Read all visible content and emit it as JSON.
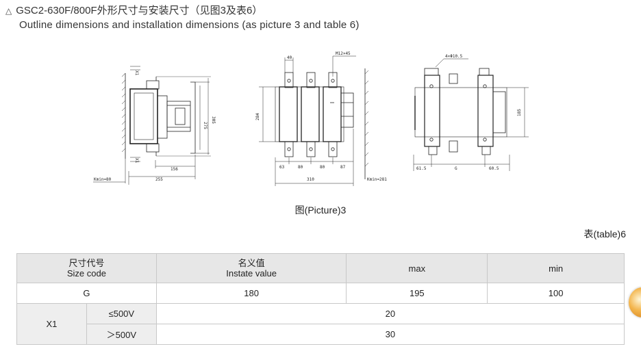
{
  "heading": {
    "marker": "△",
    "line1": "GSC2-630F/800F外形尺寸与安装尺寸（见图3及表6）",
    "line2": "Outline dimensions and installation dimensions (as picture 3 and table 6)"
  },
  "drawing": {
    "side_view": {
      "dim_156": "156",
      "dim_255": "255",
      "dim_275": "275",
      "dim_305": "305",
      "kmin": "Kmin=80",
      "x1_top": "X1",
      "x1_bottom": "X1"
    },
    "front_view": {
      "dim_40": "40",
      "bolt": "M12×45",
      "dim_284": "284",
      "dim_63": "63",
      "dim_80a": "80",
      "dim_80b": "80",
      "dim_87": "87",
      "dim_310": "310",
      "kmin": "Kmin=281"
    },
    "mount_view": {
      "holes": "4×Φ10.5",
      "dim_185": "185",
      "dim_61_5": "61.5",
      "dim_g": "G",
      "dim_60_5": "60.5"
    },
    "caption": "图(Picture)3"
  },
  "table_caption": "表(table)6",
  "table": {
    "header": {
      "size_code_cn": "尺寸代号",
      "size_code_en": "Size code",
      "instate_cn": "名义值",
      "instate_en": "Instate value",
      "max": "max",
      "min": "min"
    },
    "row_g": {
      "code": "G",
      "instate": "180",
      "max": "195",
      "min": "100"
    },
    "row_x1": {
      "code": "X1",
      "sub1": "≤500V",
      "val1": "20",
      "sub2": "＞500V",
      "val2": "30"
    }
  }
}
